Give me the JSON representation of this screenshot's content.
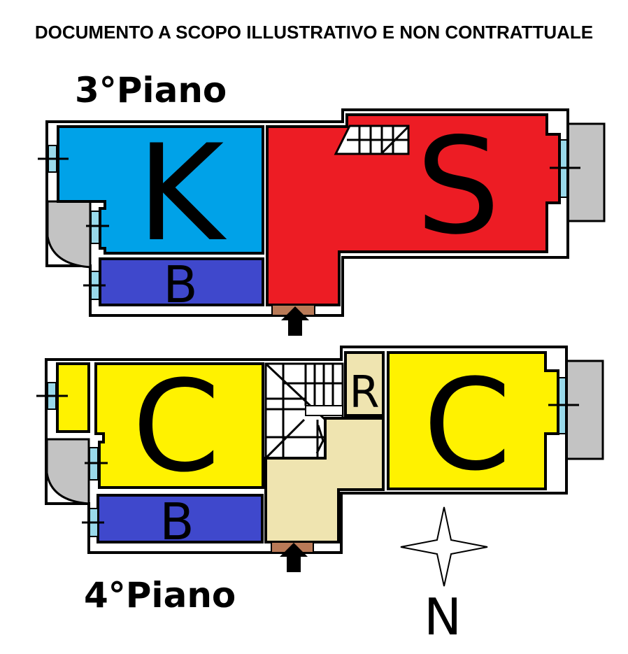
{
  "header": {
    "disclaimer": "DOCUMENTO A SCOPO ILLUSTRATIVO E NON CONTRATTUALE"
  },
  "floors": [
    {
      "title": "3°Piano",
      "rooms": [
        {
          "letter": "K",
          "color": "#00a2e8"
        },
        {
          "letter": "S",
          "color": "#ed1c24"
        },
        {
          "letter": "B",
          "color": "#3f48cc"
        }
      ]
    },
    {
      "title": "4°Piano",
      "rooms": [
        {
          "letter": "C",
          "color": "#fff200"
        },
        {
          "letter": "C",
          "color": "#fff200"
        },
        {
          "letter": "R",
          "color": "#efe4b0"
        },
        {
          "letter": "B",
          "color": "#3f48cc"
        }
      ]
    }
  ],
  "compass": {
    "label": "N"
  },
  "colors": {
    "balcony": "#c3c3c3",
    "door": "#b97a57",
    "window": "#99d9ea",
    "hall": "#efe4b0"
  }
}
